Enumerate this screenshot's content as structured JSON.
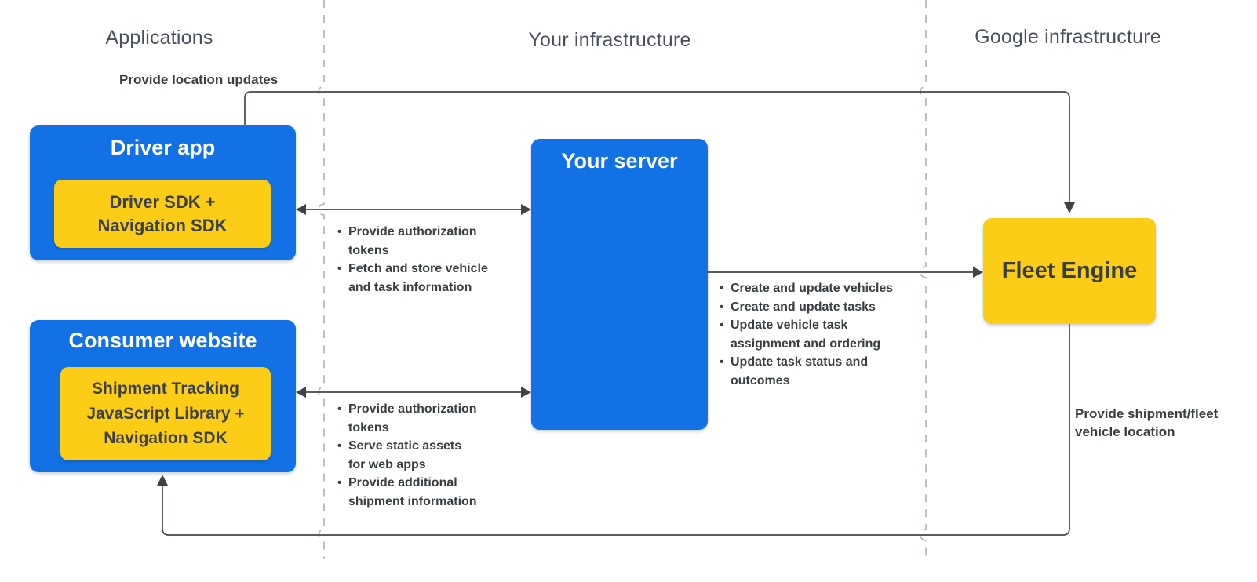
{
  "headers": {
    "applications": "Applications",
    "your_infrastructure": "Your infrastructure",
    "google_infrastructure": "Google infrastructure"
  },
  "boxes": {
    "driver_app": {
      "title": "Driver app",
      "sdk_label": "Driver SDK +\nNavigation SDK"
    },
    "consumer_website": {
      "title": "Consumer website",
      "sdk_label": "Shipment Tracking\nJavaScript Library +\nNavigation SDK"
    },
    "your_server": {
      "title": "Your server"
    },
    "fleet_engine": {
      "title": "Fleet Engine"
    }
  },
  "edge_labels": {
    "location_updates": "Provide location updates",
    "shipment_location": "Provide shipment/fleet\nvehicle location"
  },
  "lists": {
    "driver_server": {
      "items": [
        {
          "text": "Provide authorization\ntokens"
        },
        {
          "text": "Fetch and store vehicle\nand task information"
        }
      ]
    },
    "server_fleet": {
      "items": [
        {
          "text": "Create and update vehicles"
        },
        {
          "text": "Create and update tasks"
        },
        {
          "text": "Update vehicle task\nassignment and ordering"
        },
        {
          "text": "Update task status and\noutcomes"
        }
      ]
    },
    "consumer_server": {
      "items": [
        {
          "text": "Provide authorization\ntokens"
        },
        {
          "text": "Serve static assets\nfor web apps"
        },
        {
          "text": "Provide additional\nshipment information"
        }
      ]
    }
  },
  "icons": {
    "bullet": "•"
  },
  "colors": {
    "box_blue": "#1272E5",
    "box_yellow": "#FBCD17",
    "connector": "#43474B",
    "arrowhead": "#3F4347",
    "dashed_divider": "#B5BAC0",
    "header_text": "#47505C",
    "label_text": "#393E43",
    "box_title_light": "#FFFFFF"
  }
}
